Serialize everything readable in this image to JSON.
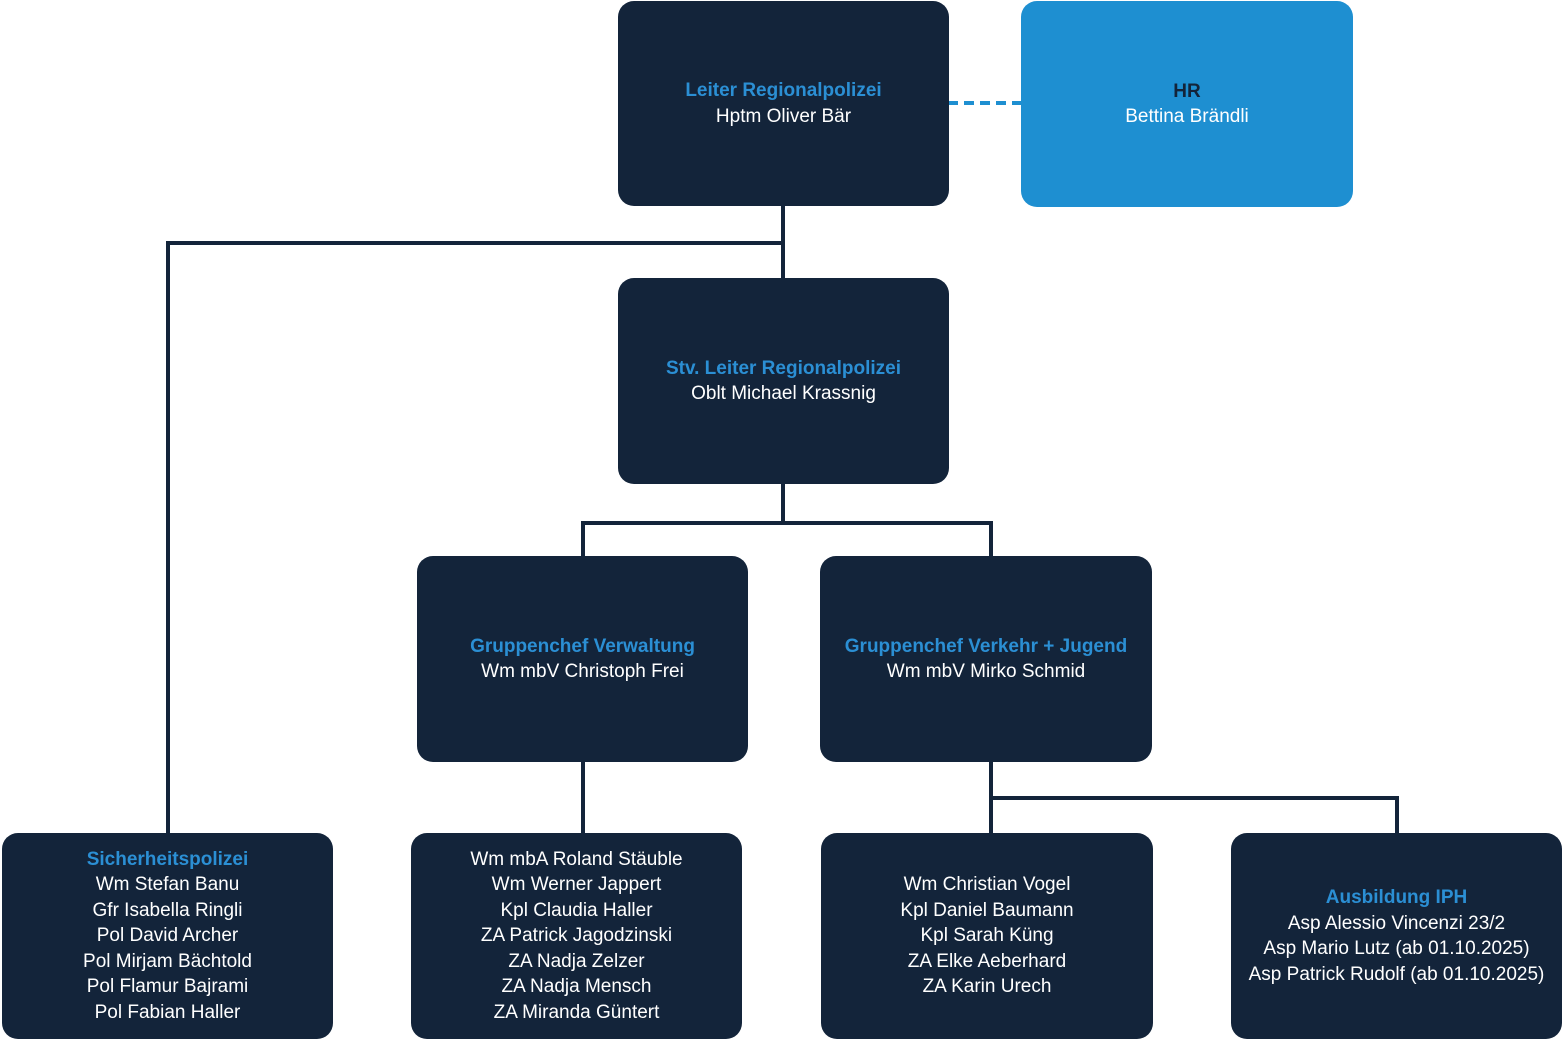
{
  "colors": {
    "box_dark": "#13243a",
    "box_hr": "#1e8fd1",
    "title_blue": "#2b8fd4",
    "connector": "#13243a",
    "dashed_connector": "#1e8fd1"
  },
  "nodes": {
    "leiter": {
      "title": "Leiter Regionalpolizei",
      "lines": [
        "Hptm Oliver Bär"
      ]
    },
    "hr": {
      "title": "HR",
      "lines": [
        "Bettina Brändli"
      ]
    },
    "stv": {
      "title": "Stv. Leiter Regionalpolizei",
      "lines": [
        "Oblt Michael Krassnig"
      ]
    },
    "verwaltung": {
      "title": "Gruppenchef Verwaltung",
      "lines": [
        "Wm mbV Christoph Frei"
      ]
    },
    "verkehr": {
      "title": "Gruppenchef Verkehr + Jugend",
      "lines": [
        "Wm mbV Mirko Schmid"
      ]
    },
    "sicherheit": {
      "title": "Sicherheitspolizei",
      "lines": [
        "Wm Stefan Banu",
        "Gfr Isabella Ringli",
        "Pol David Archer",
        "Pol Mirjam Bächtold",
        "Pol Flamur Bajrami",
        "Pol Fabian Haller"
      ]
    },
    "verwaltung_team": {
      "title": "",
      "lines": [
        "Wm mbA Roland Stäuble",
        "Wm Werner Jappert",
        "Kpl Claudia Haller",
        "ZA Patrick Jagodzinski",
        "ZA Nadja Zelzer",
        "ZA Nadja Mensch",
        "ZA Miranda Güntert"
      ]
    },
    "verkehr_team": {
      "title": "",
      "lines": [
        "Wm Christian Vogel",
        "Kpl Daniel Baumann",
        "Kpl Sarah Küng",
        "ZA Elke Aeberhard",
        "ZA Karin Urech"
      ]
    },
    "ausbildung": {
      "title": "Ausbildung IPH",
      "lines": [
        "Asp Alessio Vincenzi 23/2",
        "Asp Mario Lutz (ab 01.10.2025)",
        "Asp Patrick Rudolf (ab 01.10.2025)"
      ]
    }
  }
}
